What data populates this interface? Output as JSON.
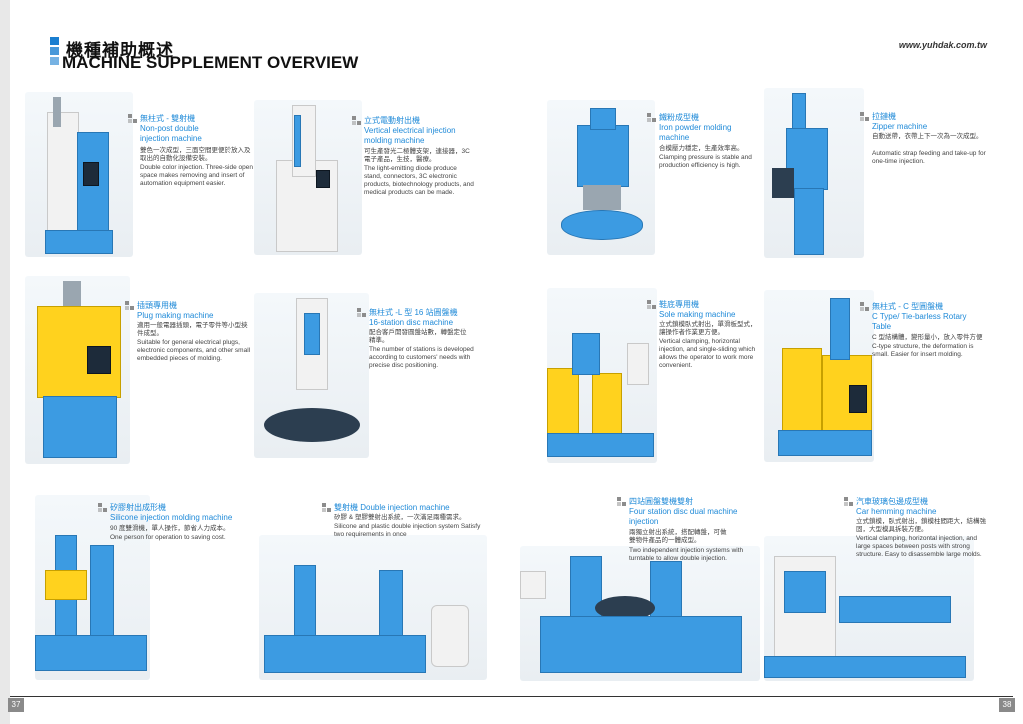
{
  "header": {
    "title_zh": "機種補助概述",
    "title_en": "MACHINE SUPPLEMENT OVERVIEW",
    "url": "www.yuhdak.com.tw"
  },
  "colors": {
    "accent": "#1a7ed0",
    "caption": "#1f8ad8",
    "machine_blue": "#3c9be2",
    "machine_yellow": "#ffd21e"
  },
  "machines": [
    {
      "zh": "無柱式 - 雙射機",
      "en": "Non-post double injection machine",
      "desc_zh": "雙色一次成型，三面空間更便於放入及取出的自動化設備安裝。",
      "desc_en": "Double color injection. Three-side open space makes removing and insert of automation equipment easier."
    },
    {
      "zh": "立式電動射出機",
      "en": "Vertical electrical injection molding machine",
      "desc_zh": "可生產發光二極體支架，連接器，3C 電子產品，生技，醫療。",
      "desc_en": "The light-emitting diode produce stand, connectors, 3C electronic products, biotechnology products, and medical products can be made."
    },
    {
      "zh": "鐵粉成型機",
      "en": "Iron powder molding machine",
      "desc_zh": "合模壓力穩定，生產效率高。",
      "desc_en": "Clamping pressure is stable and production efficiency is high."
    },
    {
      "zh": "拉鏈機",
      "en": "Zipper machine",
      "desc_zh": "自動送帶，衣帶上下一次為一次成型。",
      "desc_en": "Automatic strap feeding and take-up for one-time injection."
    },
    {
      "zh": "插頭專用機",
      "en": "Plug making machine",
      "desc_zh": "適用一般電器插頭，電子零件等小型挾件成型。",
      "desc_en": "Suitable for general electrical plugs, electronic components, and other small embedded pieces of molding."
    },
    {
      "zh": "無柱式 -L 型 16 站圓盤機",
      "en": "16-station disc machine",
      "desc_zh": "配合客戶開發圓盤站數，轉盤定位精準。",
      "desc_en": "The number of stations is developed according to customers' needs with precise disc positioning."
    },
    {
      "zh": "鞋底專用機",
      "en": "Sole making machine",
      "desc_zh": "立式鎖模臥式射出，單滑板型式，讓操作者作業更方便。",
      "desc_en": "Vertical clamping, horizontal injection, and single-sliding which allows the operator to work more convenient."
    },
    {
      "zh": "無柱式 - C 型圓盤機",
      "en": "C Type/ Tie-barless Rotary Table",
      "desc_zh": "C 型結構體，變形量小，放入零件方便",
      "desc_en": "C-type structure, the deformation is small. Easier for insert molding."
    },
    {
      "zh": "矽膠射出成形機",
      "en": "Silicone injection molding machine",
      "desc_zh": "90 度雙滑機，單人操作，節省人力成本。",
      "desc_en": "One person for operation to saving cost."
    },
    {
      "zh": "雙射機 Double injection machine",
      "en": "",
      "desc_zh": "矽膠 & 塑膠雙射出系統，一次滿足兩種需求。",
      "desc_en": "Silicone and plastic double injection system Satisfy two requirements in once"
    },
    {
      "zh": "四站圓盤雙機雙射",
      "en": "Four station disc dual machine injection",
      "desc_zh": "兩獨立射出系統，搭配轉盤，可做雙物件產品的一體成型。",
      "desc_en": "Two independent injection systems with turntable to allow double injection."
    },
    {
      "zh": "汽車玻璃包邊成型機",
      "en": "Car hemming machine",
      "desc_zh": "立式鎖模，臥式射出，鎖模柱間距大，結構強固，大型模具拆裝方便。",
      "desc_en": "Vertical clamping, horizontal injection, and large spaces between posts with strong structure. Easy to disassemble large molds."
    }
  ],
  "footer": {
    "page_left": "37",
    "page_right": "38"
  }
}
